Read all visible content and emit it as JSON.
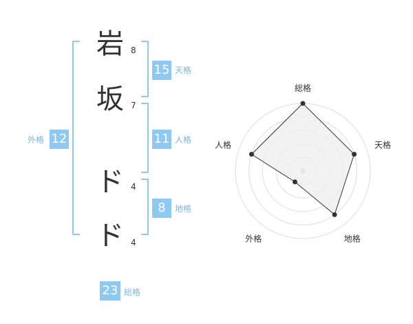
{
  "name_chars": [
    {
      "char": "岩",
      "strokes": "8"
    },
    {
      "char": "坂",
      "strokes": "7"
    },
    {
      "char": "ド",
      "strokes": "4"
    },
    {
      "char": "ド",
      "strokes": "4"
    }
  ],
  "scores": {
    "tenkaku": {
      "value": "15",
      "label": "天格"
    },
    "jinkaku": {
      "value": "11",
      "label": "人格"
    },
    "chikaku": {
      "value": "8",
      "label": "地格"
    },
    "gaikaku": {
      "value": "12",
      "label": "外格"
    },
    "soukaku": {
      "value": "23",
      "label": "総格"
    }
  },
  "colors": {
    "bracket": "#8ec9f3",
    "badge": "#8ec9f3",
    "label": "#7fb6de",
    "text": "#333333"
  },
  "chart_data": {
    "type": "radar",
    "axes": [
      "総格",
      "天格",
      "地格",
      "外格",
      "人格"
    ],
    "max": 5,
    "values": [
      5,
      4,
      4,
      1,
      4
    ],
    "grid": true,
    "fill": "#eeeeee",
    "stroke": "#333333"
  }
}
